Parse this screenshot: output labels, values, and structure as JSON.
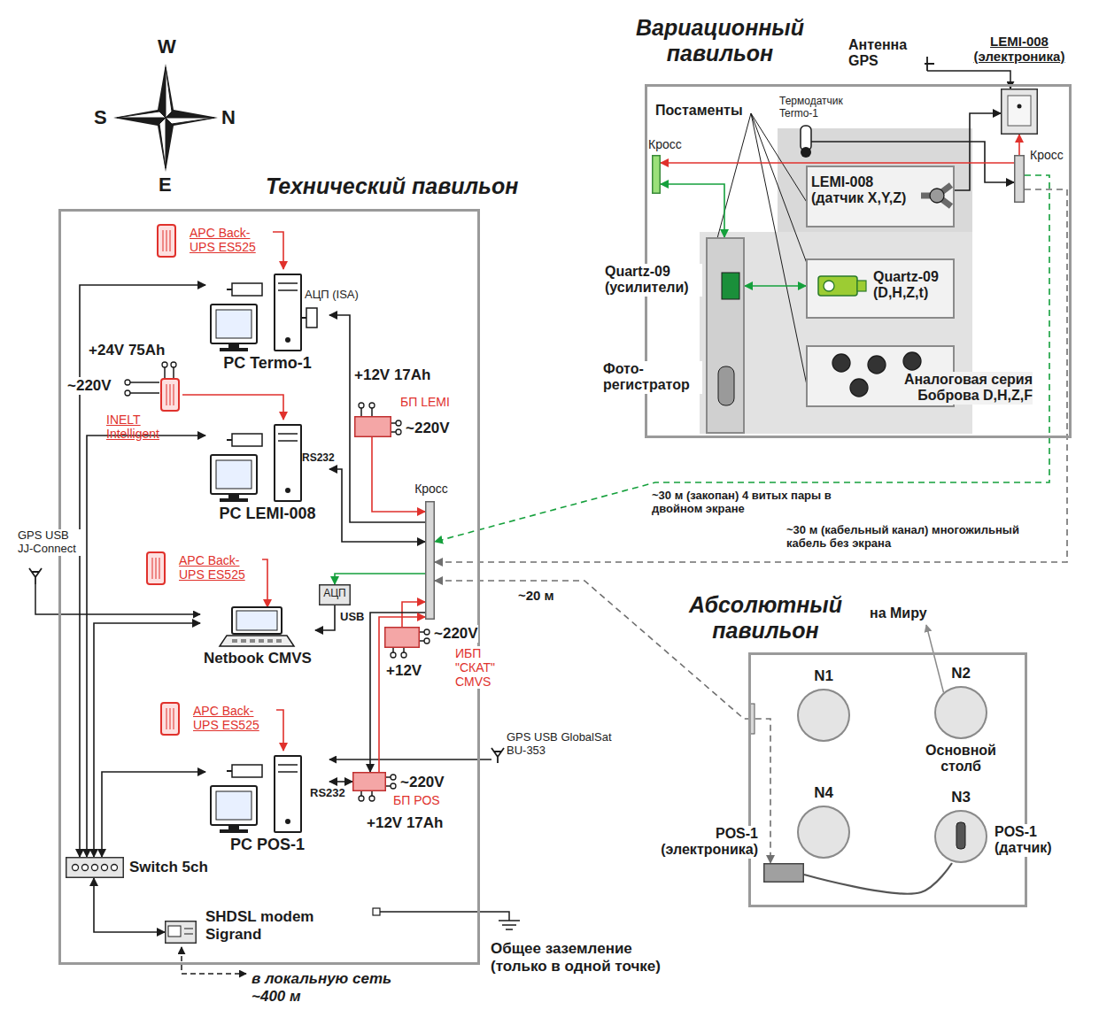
{
  "diagram": {
    "nodes": [
      {
        "text": [
          "Технический павильон"
        ]
      },
      {
        "text": [
          "Вариационный павильон"
        ]
      },
      {
        "text": [
          "Абсолютный павильон"
        ]
      },
      {
        "text": [
          "APC Back-UPS ES525"
        ],
        "in": 0
      },
      {
        "text": [
          "PC Termo-1"
        ],
        "in": 0
      },
      {
        "text": [
          "INELT Intelligent"
        ],
        "in": 0
      },
      {
        "text": [
          "PC LEMI-008"
        ],
        "in": 0
      },
      {
        "text": [
          "БП LEMI"
        ],
        "in": 0
      },
      {
        "text": [
          "Кросс"
        ],
        "in": 0
      },
      {
        "text": [
          "APC Back-UPS ES525"
        ],
        "in": 0
      },
      {
        "text": [
          "Netbook CMVS"
        ],
        "in": 0
      },
      {
        "text": [
          "АЦП"
        ],
        "in": 0
      },
      {
        "text": [
          "ИБП \"СКАТ\" CMVS"
        ],
        "in": 0
      },
      {
        "text": [
          "APC Back-UPS ES525"
        ],
        "in": 0
      },
      {
        "text": [
          "PC POS-1"
        ],
        "in": 0
      },
      {
        "text": [
          "БП POS"
        ],
        "in": 0
      },
      {
        "text": [
          "Switch 5ch"
        ],
        "in": 0
      },
      {
        "text": [
          "SHDSL modem Sigrand"
        ],
        "in": 0
      },
      {
        "text": [
          "LEMI-008 (электроника)"
        ],
        "in": 1
      },
      {
        "text": [
          "Кросс"
        ],
        "in": 1
      },
      {
        "text": [
          "Кросс"
        ],
        "in": 1
      },
      {
        "text": [
          "Термодатчик Termo-1"
        ],
        "in": 1
      },
      {
        "text": [
          "LEMI-008 (датчик X,Y,Z)"
        ],
        "in": 1
      },
      {
        "text": [
          "Quartz-09 (D,H,Z,t)"
        ],
        "in": 1
      },
      {
        "text": [
          "Аналоговая серия Боброва D,H,Z,F"
        ],
        "in": 1
      },
      {
        "text": [
          "Quartz-09 (усилители)",
          "Фото- регистратор"
        ],
        "in": 1
      },
      {
        "text": [
          "N1"
        ],
        "in": 2
      },
      {
        "text": [
          "N2",
          "Основной столб"
        ],
        "in": 2
      },
      {
        "text": [
          "N4"
        ],
        "in": 2
      },
      {
        "text": [
          "N3",
          "POS-1 (датчик)"
        ],
        "in": 2
      },
      {
        "text": [
          "POS-1 (электроника)"
        ],
        "in": 2
      }
    ],
    "edges": [
      {
        "from": 3,
        "to": 4,
        "arrow": "to"
      },
      {
        "from": 5,
        "to": 6,
        "arrow": "to"
      },
      {
        "from": 9,
        "to": 10,
        "arrow": "to"
      },
      {
        "from": 13,
        "to": 14,
        "arrow": "to"
      },
      {
        "from": 4,
        "to": 16,
        "arrow": "both"
      },
      {
        "from": 6,
        "to": 16,
        "arrow": "both"
      },
      {
        "from": 10,
        "to": 16,
        "arrow": "both"
      },
      {
        "from": 14,
        "to": 16,
        "arrow": "both"
      },
      {
        "from": 16,
        "to": 17,
        "arrow": "both"
      },
      {
        "from": 8,
        "to": 4,
        "arrow": "to"
      },
      {
        "from": 6,
        "to": 8,
        "arrow": "both"
      },
      {
        "from": 7,
        "to": 8,
        "arrow": "to"
      },
      {
        "from": 8,
        "to": 11,
        "arrow": "to"
      },
      {
        "from": 11,
        "to": 10,
        "arrow": "to",
        "label": "USB"
      },
      {
        "from": 12,
        "to": 8,
        "arrow": "to"
      },
      {
        "from": 8,
        "to": 15,
        "arrow": "to"
      },
      {
        "from": 15,
        "to": 8,
        "arrow": "to"
      },
      {
        "from": 15,
        "to": 14,
        "arrow": "both",
        "label": "RS232"
      },
      {
        "from": 19,
        "to": 8,
        "arrow": "to",
        "label": "~30 м (закопан) 4 витых пары в двойном экране"
      },
      {
        "from": 19,
        "to": 8,
        "arrow": "to",
        "label": "~30 м (кабельный канал) многожильный кабель без экрана"
      },
      {
        "from": 8,
        "to": 30,
        "arrow": "both",
        "label": "~20 м"
      },
      {
        "from": 22,
        "to": 18,
        "arrow": "to"
      },
      {
        "from": 21,
        "to": 19,
        "arrow": "to"
      },
      {
        "from": 19,
        "to": 18,
        "arrow": "to"
      },
      {
        "from": 19,
        "to": 20,
        "arrow": "to"
      },
      {
        "from": 20,
        "to": 25,
        "arrow": "both"
      },
      {
        "from": 25,
        "to": 23,
        "arrow": "both"
      },
      {
        "from": 29,
        "to": 30,
        "arrow": "none"
      }
    ],
    "labels": [
      "W",
      "S",
      "N",
      "E",
      "АЦП (ISA)",
      "+24V 75Ah",
      "~220V",
      "+12V 17Ah",
      "~220V",
      "RS232",
      "GPS USB JJ-Connect",
      "~220V",
      "+12V",
      "GPS USB GlobalSat BU-353",
      "~220V",
      "+12V 17Ah",
      "Общее заземление (только в одной точке)",
      "в локальную сеть ~400 м",
      "Антенна GPS",
      "Постаменты",
      "на Миру"
    ]
  }
}
